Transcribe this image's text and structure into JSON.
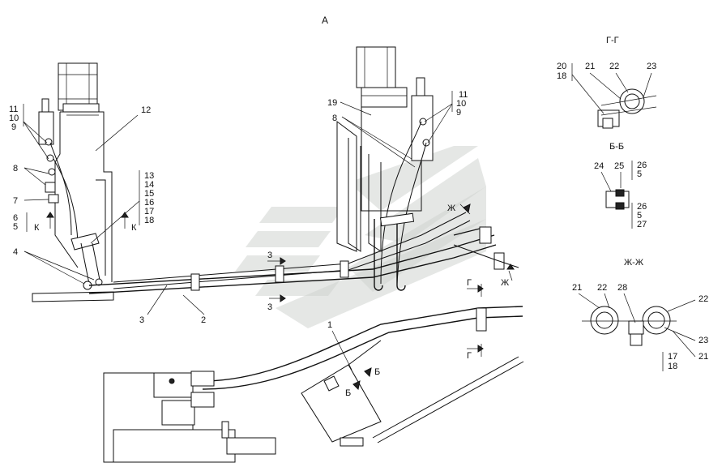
{
  "view_title": "А",
  "main_callouts": [
    "1",
    "2",
    "3",
    "4",
    "5",
    "6",
    "7",
    "8",
    "9",
    "10",
    "11",
    "12",
    "13",
    "14",
    "15",
    "16",
    "17",
    "18",
    "19"
  ],
  "left_group_labels": {
    "a": "11",
    "b": "10",
    "c": "9",
    "d": "8",
    "e": "7",
    "f": "6",
    "g": "5"
  },
  "left_stack": [
    "13",
    "14",
    "15",
    "16",
    "17",
    "18"
  ],
  "right_group_labels": {
    "a": "11",
    "b": "10",
    "c": "9",
    "d": "8"
  },
  "section_marks": {
    "k": "К",
    "zh": "Ж",
    "g": "Г",
    "b": "Б",
    "three": "3"
  },
  "sections": [
    {
      "title": "Г-Г",
      "labels": [
        "20",
        "18",
        "21",
        "22",
        "23"
      ]
    },
    {
      "title": "Б-Б",
      "labels": [
        "24",
        "25",
        "26",
        "5",
        "26",
        "5",
        "27"
      ]
    },
    {
      "title": "Ж-Ж",
      "labels": [
        "21",
        "22",
        "28",
        "22",
        "23",
        "21",
        "17",
        "18"
      ]
    }
  ]
}
